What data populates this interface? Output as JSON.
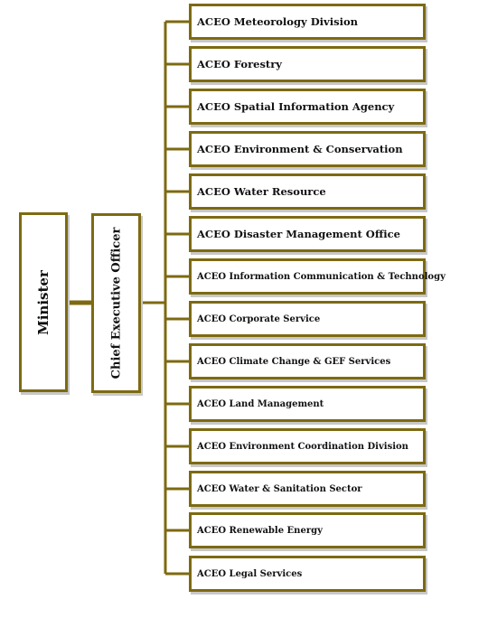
{
  "minister": "Minister",
  "ceo": "Chief Executive Officer",
  "divisions": [
    "ACEO Meteorology Division",
    "ACEO Forestry",
    "ACEO Spatial Information Agency",
    "ACEO Environment & Conservation",
    "ACEO Water Resource",
    "ACEO Disaster Management Office",
    "ACEO Information Communication & Technology",
    "ACEO Corporate Service",
    "ACEO Climate Change & GEF Services",
    "ACEO Land Management",
    "ACEO Environment Coordination Division",
    "ACEO Water & Sanitation Sector",
    "ACEO Renewable Energy",
    "ACEO Legal Services"
  ],
  "colors": {
    "border": "#7d6a12",
    "shadow": "#c8c8c8"
  }
}
